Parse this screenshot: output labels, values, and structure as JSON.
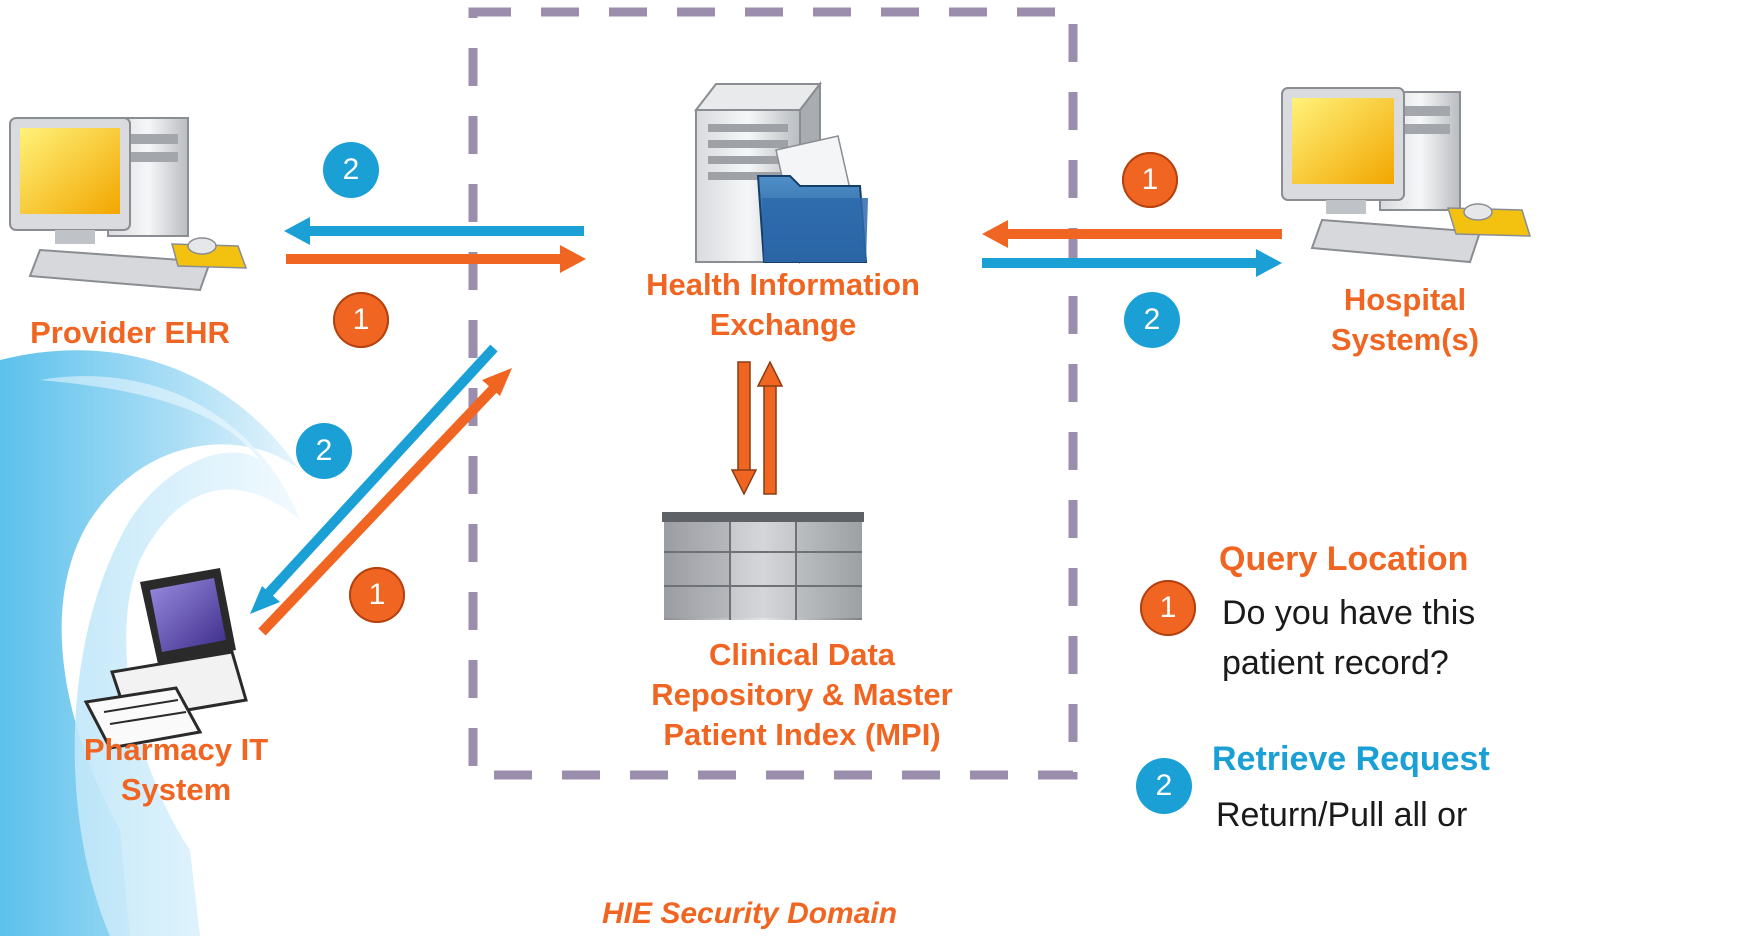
{
  "colors": {
    "orange": "#F06522",
    "blue": "#1BA0D6",
    "domain_border": "#9B8DAC"
  },
  "nodes": {
    "provider_ehr": {
      "label": "Provider EHR",
      "icon": "desktop-computer-icon"
    },
    "hie": {
      "label": "Health Information\nExchange",
      "icon": "server-folder-icon"
    },
    "hospital": {
      "label": "Hospital\nSystem(s)",
      "icon": "desktop-computer-icon"
    },
    "pharmacy": {
      "label": "Pharmacy IT\nSystem",
      "icon": "workstation-icon"
    },
    "cdr": {
      "label": "Clinical Data\nRepository & Master\nPatient Index (MPI)",
      "icon": "server-rack-icon"
    }
  },
  "domain": {
    "caption": "HIE Security Domain"
  },
  "badges": {
    "provider_2": "2",
    "provider_1": "1",
    "hospital_1": "1",
    "hospital_2": "2",
    "pharmacy_2": "2",
    "pharmacy_1": "1"
  },
  "legend": {
    "query": {
      "number": "1",
      "title": "Query Location",
      "text": "Do you have this\npatient record?"
    },
    "retrieve": {
      "number": "2",
      "title": "Retrieve Request",
      "text": "Return/Pull all or"
    }
  }
}
